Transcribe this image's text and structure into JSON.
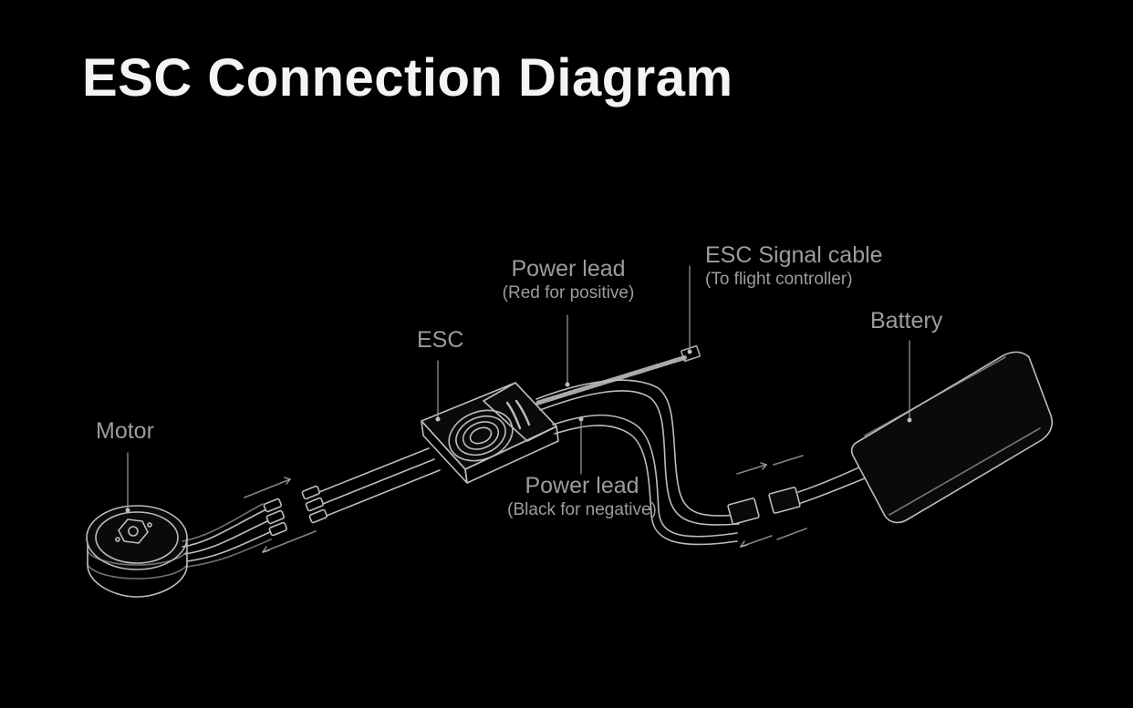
{
  "title": "ESC Connection Diagram",
  "labels": {
    "motor": "Motor",
    "esc": "ESC",
    "power_lead_positive": "Power lead",
    "power_lead_positive_note": "(Red for positive)",
    "signal_cable": "ESC Signal cable",
    "signal_cable_note": "(To flight controller)",
    "battery": "Battery",
    "power_lead_negative": "Power lead",
    "power_lead_negative_note": "(Black for negative)"
  },
  "colors": {
    "background": "#000000",
    "title": "#f4f4f4",
    "label": "#9c9c9c",
    "line": "#bdbdbd"
  }
}
